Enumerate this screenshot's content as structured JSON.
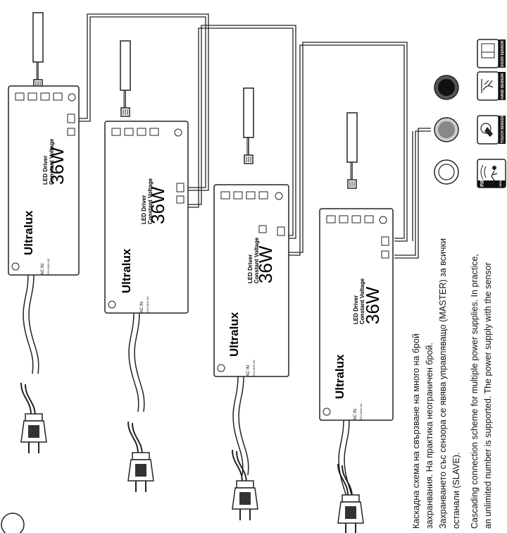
{
  "drivers": [
    {
      "brand": "Ultralux",
      "title_line1": "LED Driver",
      "title_line2": "Constant Voltage",
      "power": "36W",
      "input_label": "AC IN",
      "input_spec": "220-240V AC"
    },
    {
      "brand": "Ultralux",
      "title_line1": "LED Driver",
      "title_line2": "Constant Voltage",
      "power": "36W",
      "input_label": "AC IN",
      "input_spec": "220-240V AC"
    },
    {
      "brand": "Ultralux",
      "title_line1": "LED Driver",
      "title_line2": "Constant Voltage",
      "power": "36W",
      "input_label": "AC IN",
      "input_spec": "220-240V AC"
    },
    {
      "brand": "Ultralux",
      "title_line1": "LED Driver",
      "title_line2": "Constant Voltage",
      "power": "36W",
      "input_label": "AC IN",
      "input_spec": "220-240V AC"
    }
  ],
  "sensors": {
    "door": "DOOR SENSOR",
    "hand": "HAND SENSOR",
    "touch": "TOUCH SENSOR",
    "pir": "PIR",
    "pir_sub": "SENSOR"
  },
  "description": {
    "bg_line1": "Каскадна схема на свързване на много на брой",
    "bg_line2": "захранвания. На практика неограничен брой.",
    "bg_line3": "Захранването със сензора се явява управляващо (MASTER) за всички",
    "bg_line4": "останали (SLAVE).",
    "en_line1": "Cascading connection scheme for multiple power supplies. In practice,",
    "en_line2": "an unlimited number is supported. The power supply with the sensor"
  }
}
